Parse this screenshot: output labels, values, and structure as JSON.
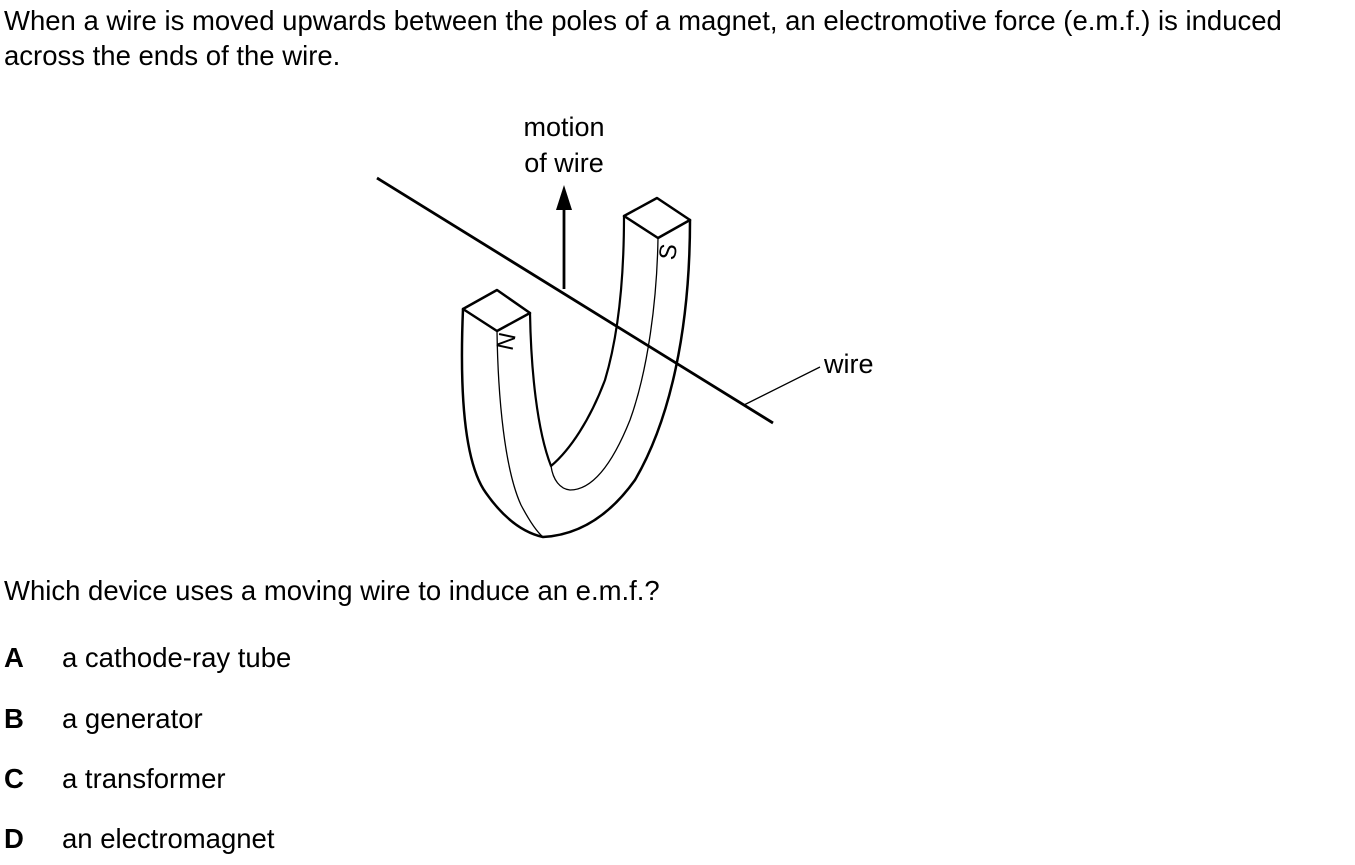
{
  "intro": "When a wire is moved upwards between the poles of a magnet, an electromotive force (e.m.f.) is induced across the ends of the wire.",
  "figure": {
    "motion_label_line1": "motion",
    "motion_label_line2": "of wire",
    "wire_label": "wire",
    "pole_north": "N",
    "pole_south": "S"
  },
  "question": "Which device uses a moving wire to induce an e.m.f.?",
  "options": [
    {
      "letter": "A",
      "text": "a cathode-ray tube"
    },
    {
      "letter": "B",
      "text": "a generator"
    },
    {
      "letter": "C",
      "text": "a transformer"
    },
    {
      "letter": "D",
      "text": "an electromagnet"
    }
  ]
}
